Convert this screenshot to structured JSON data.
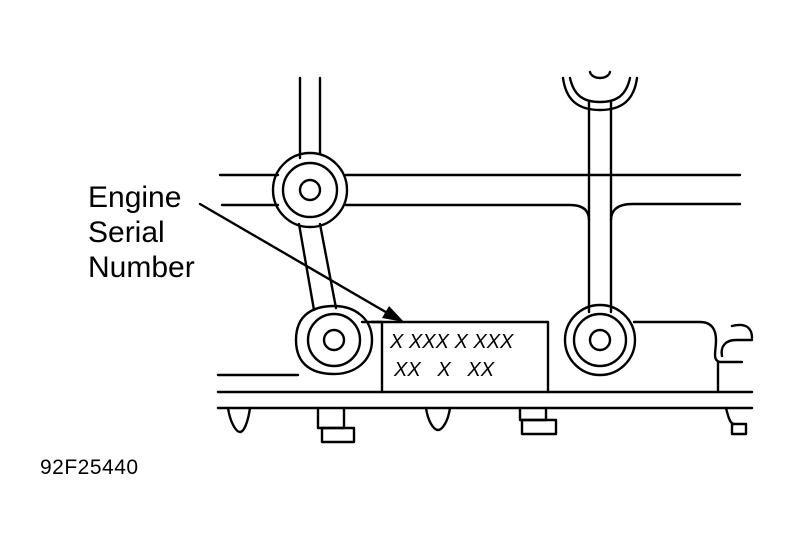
{
  "callout": {
    "line1": "Engine",
    "line2": "Serial",
    "line3": "Number"
  },
  "stamp": {
    "row1": "X XXX X XXX",
    "row2": "XX   X   XX"
  },
  "figure_id": "92F25440"
}
